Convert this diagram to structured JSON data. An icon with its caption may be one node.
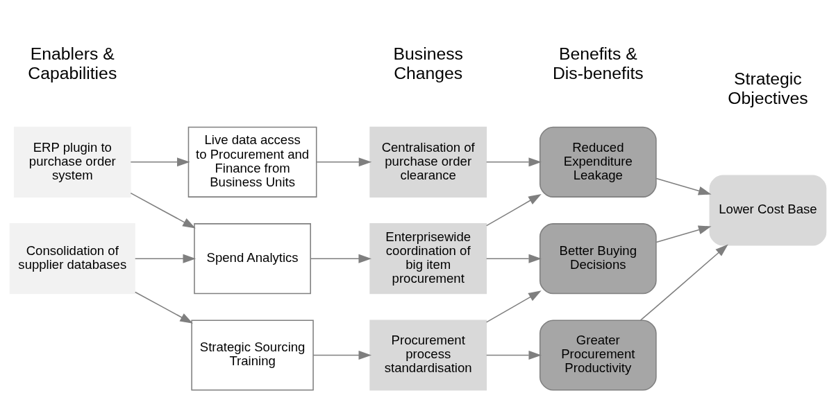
{
  "diagram": {
    "nodes": [
      {
        "text": [
          "ERP plugin to purchase order system"
        ]
      },
      {
        "text": [
          "Consolidation of supplier databases"
        ]
      },
      {
        "text": [
          "Live data access to Procurement and Finance from Business Units"
        ]
      },
      {
        "text": [
          "Spend Analytics"
        ]
      },
      {
        "text": [
          "Strategic Sourcing Training"
        ]
      },
      {
        "text": [
          "Centralisation of purchase order clearance"
        ]
      },
      {
        "text": [
          "Enterprisewide coordination of big item procurement"
        ]
      },
      {
        "text": [
          "Procurement process standardisation"
        ]
      },
      {
        "text": [
          "Reduced Expenditure Leakage"
        ]
      },
      {
        "text": [
          "Better Buying Decisions"
        ]
      },
      {
        "text": [
          "Greater Procurement Productivity"
        ]
      },
      {
        "text": [
          "Lower Cost Base"
        ]
      }
    ],
    "edges": [
      {
        "from": 0,
        "to": 2,
        "arrow": "to"
      },
      {
        "from": 0,
        "to": 3,
        "arrow": "to"
      },
      {
        "from": 1,
        "to": 3,
        "arrow": "to"
      },
      {
        "from": 1,
        "to": 4,
        "arrow": "to"
      },
      {
        "from": 2,
        "to": 5,
        "arrow": "to"
      },
      {
        "from": 3,
        "to": 6,
        "arrow": "to"
      },
      {
        "from": 4,
        "to": 7,
        "arrow": "to"
      },
      {
        "from": 5,
        "to": 8,
        "arrow": "to"
      },
      {
        "from": 6,
        "to": 8,
        "arrow": "to"
      },
      {
        "from": 6,
        "to": 9,
        "arrow": "to"
      },
      {
        "from": 7,
        "to": 9,
        "arrow": "to"
      },
      {
        "from": 7,
        "to": 10,
        "arrow": "to"
      },
      {
        "from": 8,
        "to": 11,
        "arrow": "to"
      },
      {
        "from": 9,
        "to": 11,
        "arrow": "to"
      },
      {
        "from": 10,
        "to": 11,
        "arrow": "to"
      }
    ],
    "labels": [
      "Enablers & Capabilities",
      "Business Changes",
      "Benefits & Dis-benefits",
      "Strategic Objectives"
    ]
  }
}
